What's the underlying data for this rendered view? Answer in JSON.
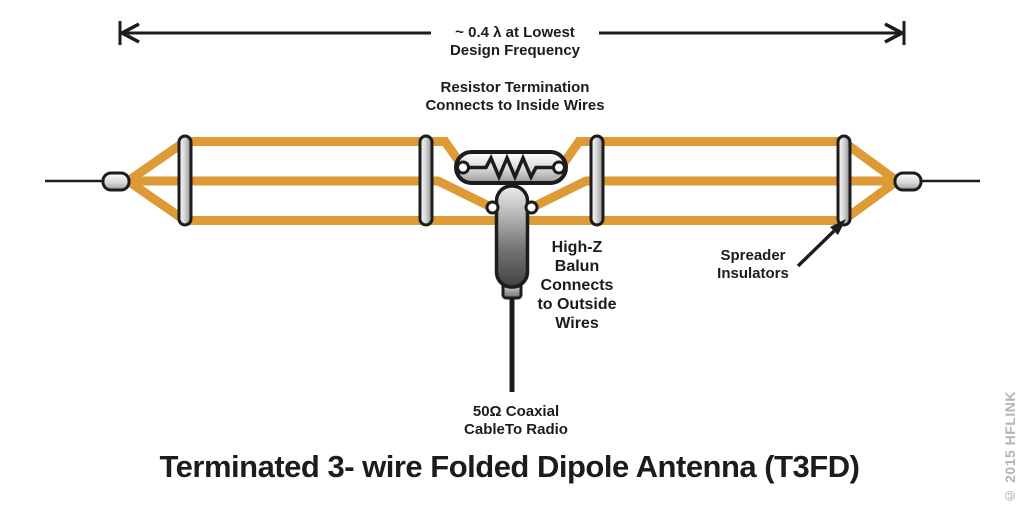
{
  "colors": {
    "wire_orange": "#DD9A35",
    "line_black": "#1C1C1C",
    "metal_light": "#F4F4F4",
    "metal_dark": "#8C8C8C",
    "copyright_gray": "#B5B5B5",
    "background": "#FFFFFF"
  },
  "dimension_note": {
    "line1": "~ 0.4 λ at Lowest",
    "line2": "Design Frequency"
  },
  "resistor_note": {
    "line1": "Resistor Termination",
    "line2": "Connects to Inside Wires"
  },
  "balun_note": {
    "line1": "High-Z",
    "line2": "Balun",
    "line3": "Connects",
    "line4": "to Outside",
    "line5": "Wires"
  },
  "spreader_note": {
    "line1": "Spreader",
    "line2": "Insulators"
  },
  "coax_note": {
    "line1": "50Ω Coaxial",
    "line2": "CableTo Radio"
  },
  "title": "Terminated 3- wire Folded Dipole Antenna (T3FD)",
  "copyright": "© 2015 HFLINK"
}
